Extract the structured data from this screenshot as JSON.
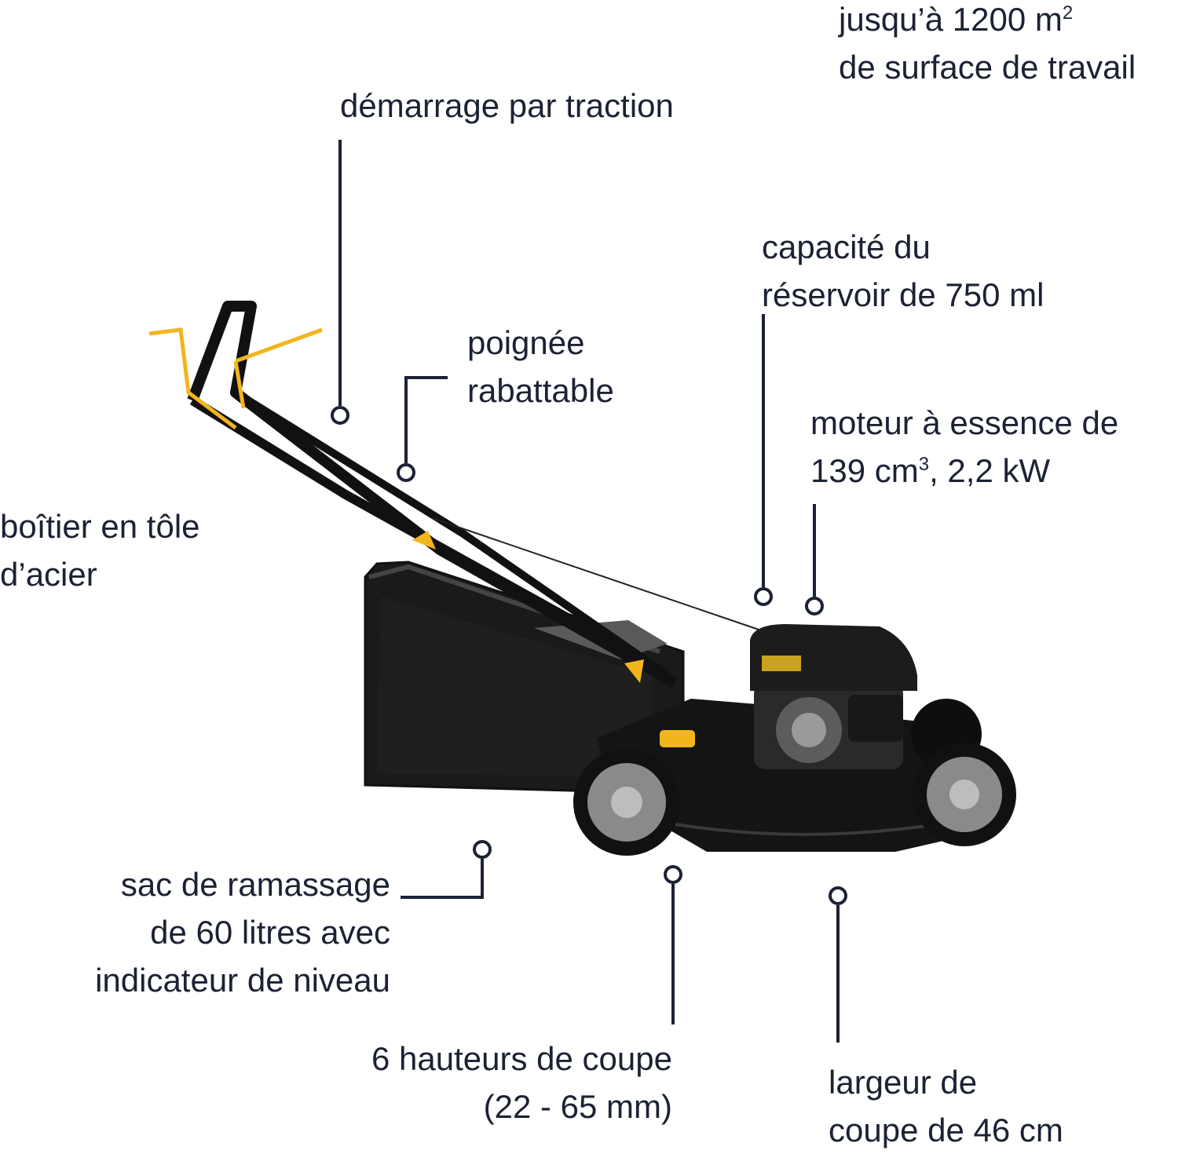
{
  "labels": {
    "surface_line1": "jusqu’à 1200 m",
    "surface_sup": "2",
    "surface_line2": "de surface de travail",
    "start": "démarrage par traction",
    "tank_line1": "capacité du",
    "tank_line2": "réservoir de 750 ml",
    "handle_line1": "poignée",
    "handle_line2": "rabattable",
    "engine_line1": "moteur à essence de",
    "engine_line2_a": "139 cm",
    "engine_sup": "3",
    "engine_line2_b": ", 2,2 kW",
    "housing_line1": "boîtier en tôle",
    "housing_line2": "d’acier",
    "bag_line1": "sac de ramassage",
    "bag_line2": "de 60 litres avec",
    "bag_line3": "indicateur de niveau",
    "heights_line1": "6 hauteurs de coupe",
    "heights_line2": "(22 - 65 mm)",
    "width_line1": "largeur de",
    "width_line2": "coupe de 46 cm"
  },
  "colors": {
    "text": "#1b2233",
    "mower_body": "#141414",
    "accent_yellow": "#f2b51c",
    "wheel_hub": "#8a8a8a"
  },
  "icons": {
    "product": "lawnmower-illustration"
  }
}
